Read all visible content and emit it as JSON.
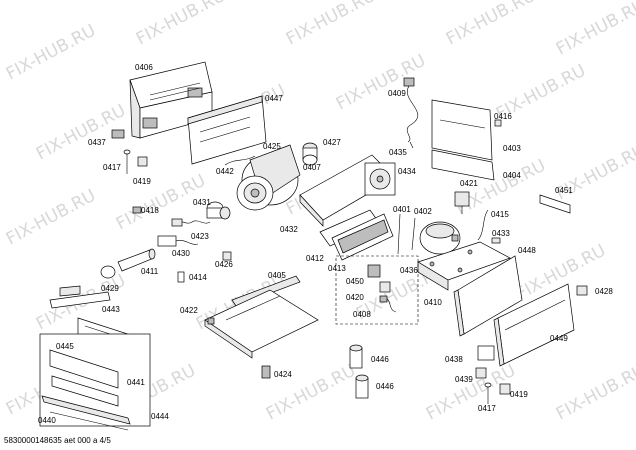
{
  "watermark": {
    "text": "FIX-HUB.RU"
  },
  "footer": {
    "text": "5830000148635 aet 000 a 4/5"
  },
  "part_labels": [
    "0406",
    "0447",
    "0409",
    "0416",
    "0403",
    "0437",
    "0417",
    "0419",
    "0425",
    "0442",
    "0427",
    "0407",
    "0435",
    "0434",
    "0404",
    "0421",
    "0451",
    "0418",
    "0431",
    "0423",
    "0430",
    "0426",
    "0432",
    "0401",
    "0402",
    "0415",
    "0433",
    "0412",
    "0413",
    "0436",
    "0448",
    "0429",
    "0411",
    "0414",
    "0405",
    "0450",
    "0420",
    "0410",
    "0428",
    "0443",
    "0422",
    "0408",
    "0445",
    "0441",
    "0446",
    "0438",
    "0449",
    "0424",
    "0439",
    "0440",
    "0444",
    "0446",
    "0417",
    "0419"
  ]
}
